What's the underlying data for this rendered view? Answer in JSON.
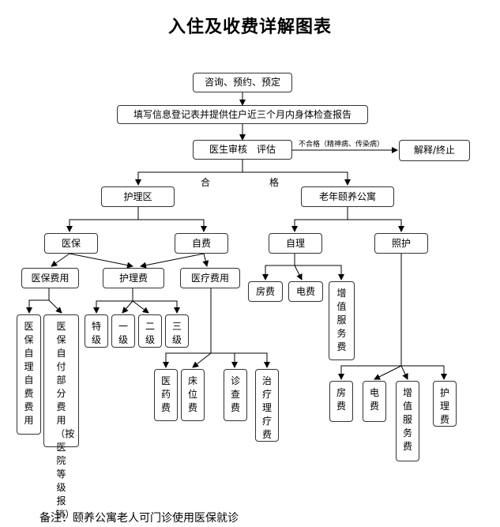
{
  "title": "入住及收费详解图表",
  "note": "备注：颐养公寓老人可门诊使用医保就诊",
  "nodes": {
    "consult": "咨询、预约、预定",
    "register": "填写信息登记表并提供住户近三个月内身体检查报告",
    "review": "医生审核　评估",
    "terminate": "解释/终止",
    "nursing_area": "护理区",
    "apartment": "老年颐养公寓",
    "insurance": "医保",
    "self_pay": "自费",
    "self_care": "自理",
    "care": "照护",
    "insurance_fee": "医保费用",
    "nursing_fee": "护理费",
    "medical_fee": "医疗费用",
    "insurance_self_pay": "医保自理自费费用",
    "insurance_partial": "医保自付部分费用（按医院等级报销）",
    "grade_special": "特级",
    "grade_1": "一级",
    "grade_2": "二级",
    "grade_3": "三级",
    "medicine_fee": "医药费",
    "bed_fee": "床位费",
    "exam_fee": "诊查费",
    "treatment_fee": "治疗理疗费",
    "sc_room": "房费",
    "sc_electric": "电费",
    "sc_service": "增值服务费",
    "c_room": "房费",
    "c_electric": "电费",
    "c_service": "增值服务费",
    "c_nursing": "护理费"
  },
  "labels": {
    "unqualified": "不合格（精神病、传染病）",
    "qualified_1": "合",
    "qualified_2": "格"
  }
}
